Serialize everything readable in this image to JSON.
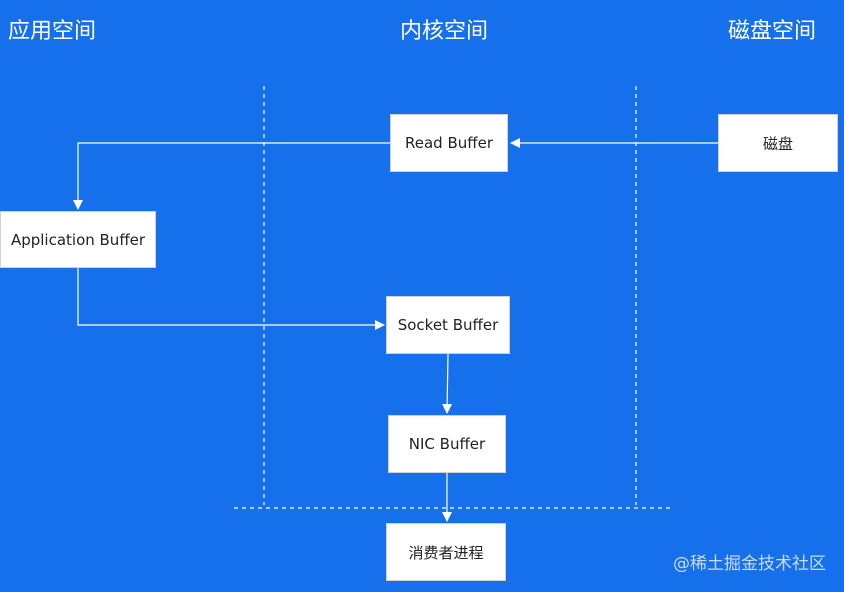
{
  "spaces": {
    "application": "应用空间",
    "kernel": "内核空间",
    "disk": "磁盘空间"
  },
  "boxes": {
    "read_buffer": "Read Buffer",
    "disk": "磁盘",
    "application_buffer": "Application Buffer",
    "socket_buffer": "Socket Buffer",
    "nic_buffer": "NIC Buffer",
    "consumer_process": "消费者进程"
  },
  "watermark": "@稀土掘金技术社区",
  "colors": {
    "background": "#1670ec",
    "line": "#ffffff",
    "box": "#ffffff"
  }
}
